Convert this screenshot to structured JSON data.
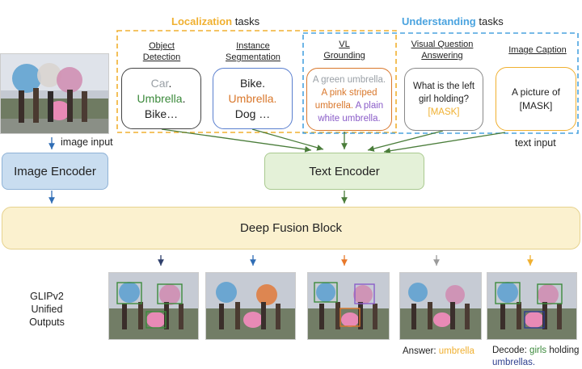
{
  "headers": {
    "localization_word": "Localization",
    "understanding_word": "Understanding",
    "tasks_suffix": "tasks"
  },
  "tasks": {
    "object_detection": {
      "title": "Object Detection",
      "line1": "Car",
      "line2": "Umbrella",
      "line3": "Bike…"
    },
    "instance_segmentation": {
      "title": "Instance Segmentation",
      "line1": "Bike.",
      "line2": "Umbrella.",
      "line3": "Dog …"
    },
    "vl_grounding": {
      "title": "VL Grounding",
      "part1": "A green umbrella.",
      "part2": "A pink striped umbrella.",
      "part3": "A plain white umbrella."
    },
    "vqa": {
      "title": "Visual Question Answering",
      "question": "What is the left girl holding?",
      "mask": "[MASK]"
    },
    "image_caption": {
      "title": "Image Caption",
      "text": "A picture of [MASK]"
    }
  },
  "labels": {
    "image_input": "image input",
    "text_input": "text input",
    "unified_outputs": "GLIPv2 Unified Outputs",
    "answer_prefix": "Answer:",
    "answer_word": "umbrella",
    "decode_prefix": "Decode:",
    "decode_word1": "girls",
    "decode_word2": "holding",
    "decode_word3": "umbrellas."
  },
  "modules": {
    "image_encoder": "Image Encoder",
    "text_encoder": "Text Encoder",
    "deep_fusion": "Deep Fusion Block"
  },
  "colors": {
    "localization": "#f0b030",
    "understanding": "#4aa3df",
    "image_encoder_fill": "#c9ddf0",
    "text_encoder_fill": "#e4f1d8",
    "fusion_fill": "#fbf1cf",
    "arrow_green": "#4a7d3a",
    "arrow_blue": "#2f6db5"
  }
}
